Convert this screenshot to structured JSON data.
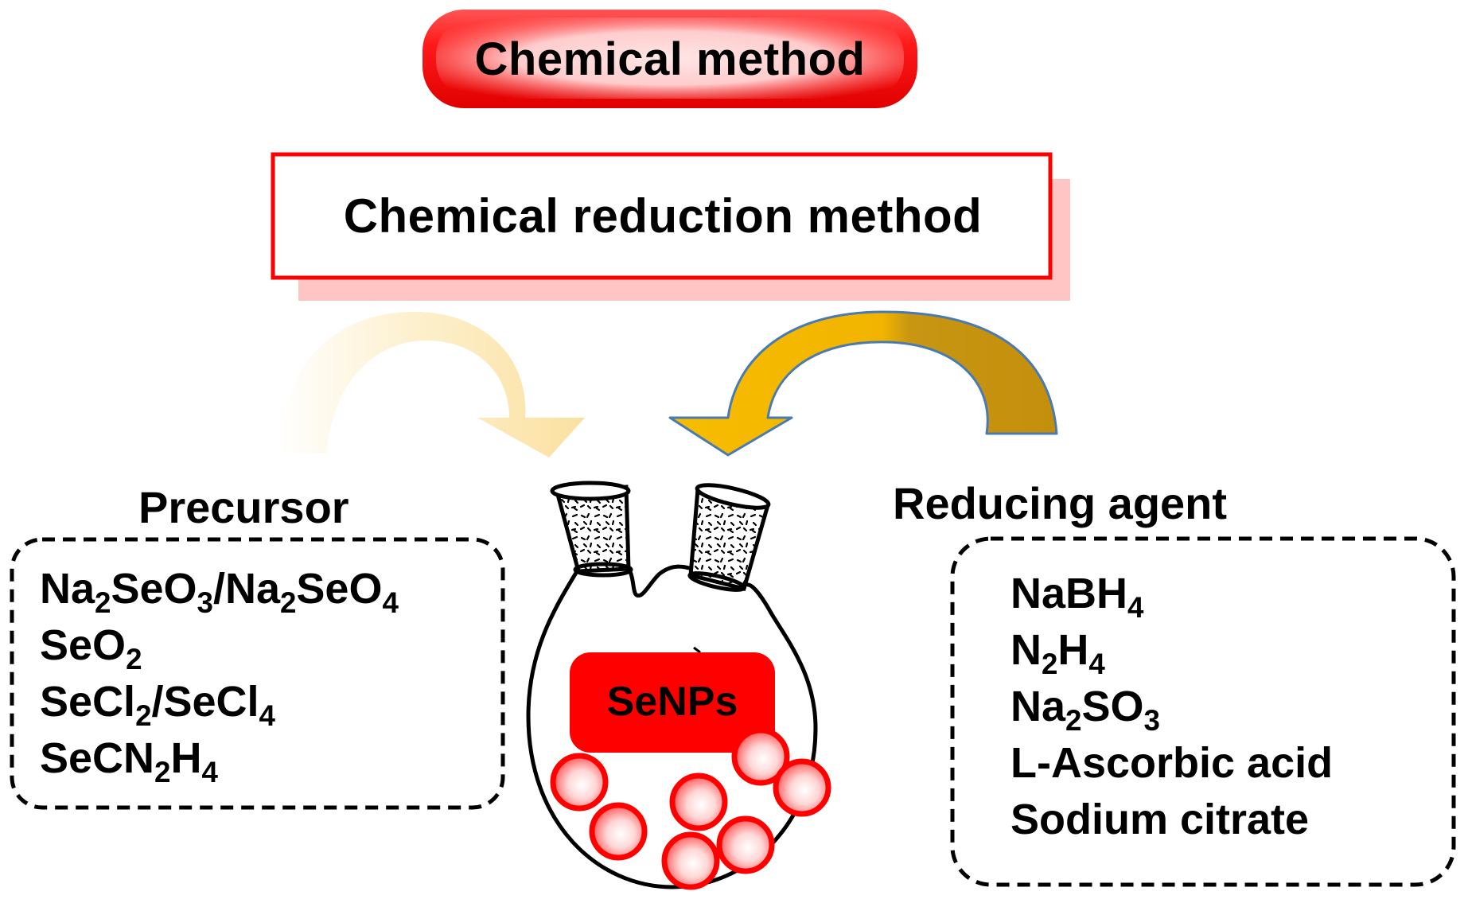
{
  "title": "Chemical method",
  "subtitle": "Chemical reduction method",
  "product": "SeNPs",
  "precursor": {
    "heading": "Precursor",
    "items": [
      {
        "parts": [
          [
            "Na",
            ""
          ],
          [
            "2",
            "sub"
          ],
          [
            "SeO",
            ""
          ],
          [
            "3",
            "sub"
          ],
          [
            "/Na",
            ""
          ],
          [
            "2",
            "sub"
          ],
          [
            "SeO",
            ""
          ],
          [
            "4",
            "sub"
          ]
        ]
      },
      {
        "parts": [
          [
            "SeO",
            ""
          ],
          [
            "2",
            "sub"
          ]
        ]
      },
      {
        "parts": [
          [
            "SeCl",
            ""
          ],
          [
            "2",
            "sub"
          ],
          [
            "/SeCl",
            ""
          ],
          [
            "4",
            "sub"
          ]
        ]
      },
      {
        "parts": [
          [
            "SeCN",
            ""
          ],
          [
            "2",
            "sub"
          ],
          [
            "H",
            ""
          ],
          [
            "4",
            "sub"
          ]
        ]
      }
    ]
  },
  "reducing_agent": {
    "heading": "Reducing agent",
    "items": [
      {
        "parts": [
          [
            "NaBH",
            ""
          ],
          [
            "4",
            "sub"
          ]
        ]
      },
      {
        "parts": [
          [
            "N",
            ""
          ],
          [
            "2",
            "sub"
          ],
          [
            "H",
            ""
          ],
          [
            "4",
            "sub"
          ]
        ]
      },
      {
        "parts": [
          [
            "Na",
            ""
          ],
          [
            "2",
            "sub"
          ],
          [
            "SO",
            ""
          ],
          [
            "3",
            "sub"
          ]
        ]
      },
      {
        "parts": [
          [
            "L-Ascorbic acid",
            ""
          ]
        ]
      },
      {
        "parts": [
          [
            "Sodium citrate",
            ""
          ]
        ]
      }
    ]
  },
  "colors": {
    "accent_red": "#ff0000",
    "pill_highlight": "#ffd0d0",
    "box_shadow": "#ffc4c4",
    "arrow_gold": "#f5b800",
    "arrow_gold_dark": "#c8940e",
    "arrow_outline": "#4a7bb0",
    "arrow_faded": "#fbe3a3"
  },
  "icons": {
    "flask": "two-neck-flask-icon",
    "nanoparticle": "sphere-icon"
  }
}
